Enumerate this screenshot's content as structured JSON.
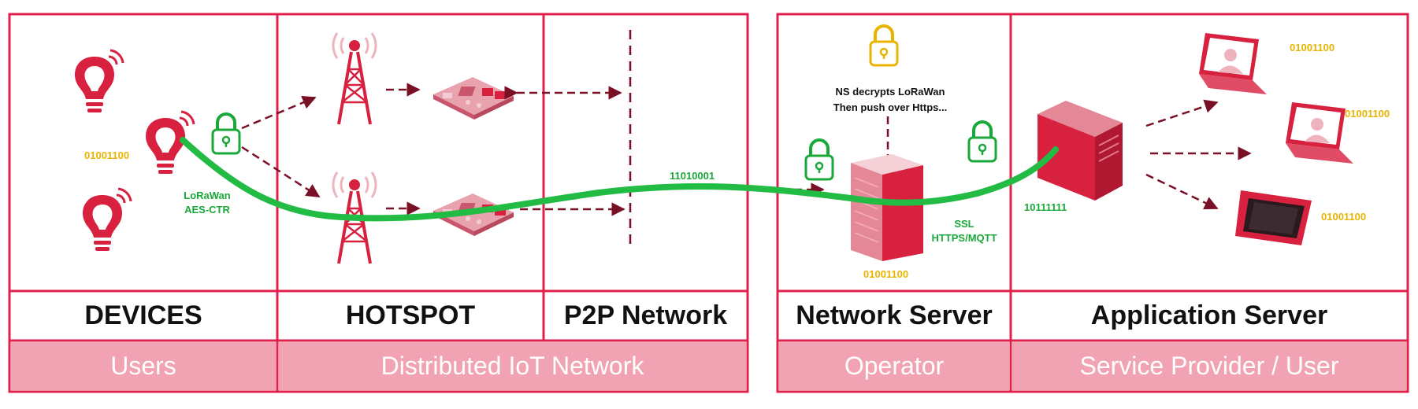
{
  "columns": [
    {
      "id": "devices",
      "title": "DEVICES"
    },
    {
      "id": "hotspot",
      "title": "HOTSPOT"
    },
    {
      "id": "p2p",
      "title": "P2P Network"
    },
    {
      "id": "network-server",
      "title": "Network Server"
    },
    {
      "id": "application-server",
      "title": "Application Server"
    }
  ],
  "footers": {
    "users": "Users",
    "distributed": "Distributed IoT Network",
    "operator": "Operator",
    "service_provider": "Service Provider / User"
  },
  "labels": {
    "device_binary": "01001100",
    "lorawan": "LoRaWan",
    "aes_ctr": "AES-CTR",
    "p2p_binary": "11010001",
    "ns_note_line1": "NS decrypts LoRaWan",
    "ns_note_line2": "Then push over Https...",
    "ssl": "SSL",
    "https_mqtt": "HTTPS/MQTT",
    "ns_binary": "01001100",
    "app_binary": "10111111",
    "client1_binary": "01001100",
    "client2_binary": "01001100",
    "client3_binary": "01001100"
  },
  "colors": {
    "border": "#e0204a",
    "footer_fill": "#f2a3b3",
    "icon_red": "#d8203f",
    "icon_pink": "#eeb3bd",
    "lock_green": "#1aa83a",
    "lock_yellow": "#e8b400",
    "arrow": "#7a1026",
    "data_line": "#22bb44"
  },
  "icons": [
    "lightbulb-icon",
    "lock-icon",
    "antenna-tower-icon",
    "raspberry-pi-board-icon",
    "server-rack-icon",
    "tower-server-icon",
    "laptop-user-icon",
    "tablet-icon"
  ]
}
